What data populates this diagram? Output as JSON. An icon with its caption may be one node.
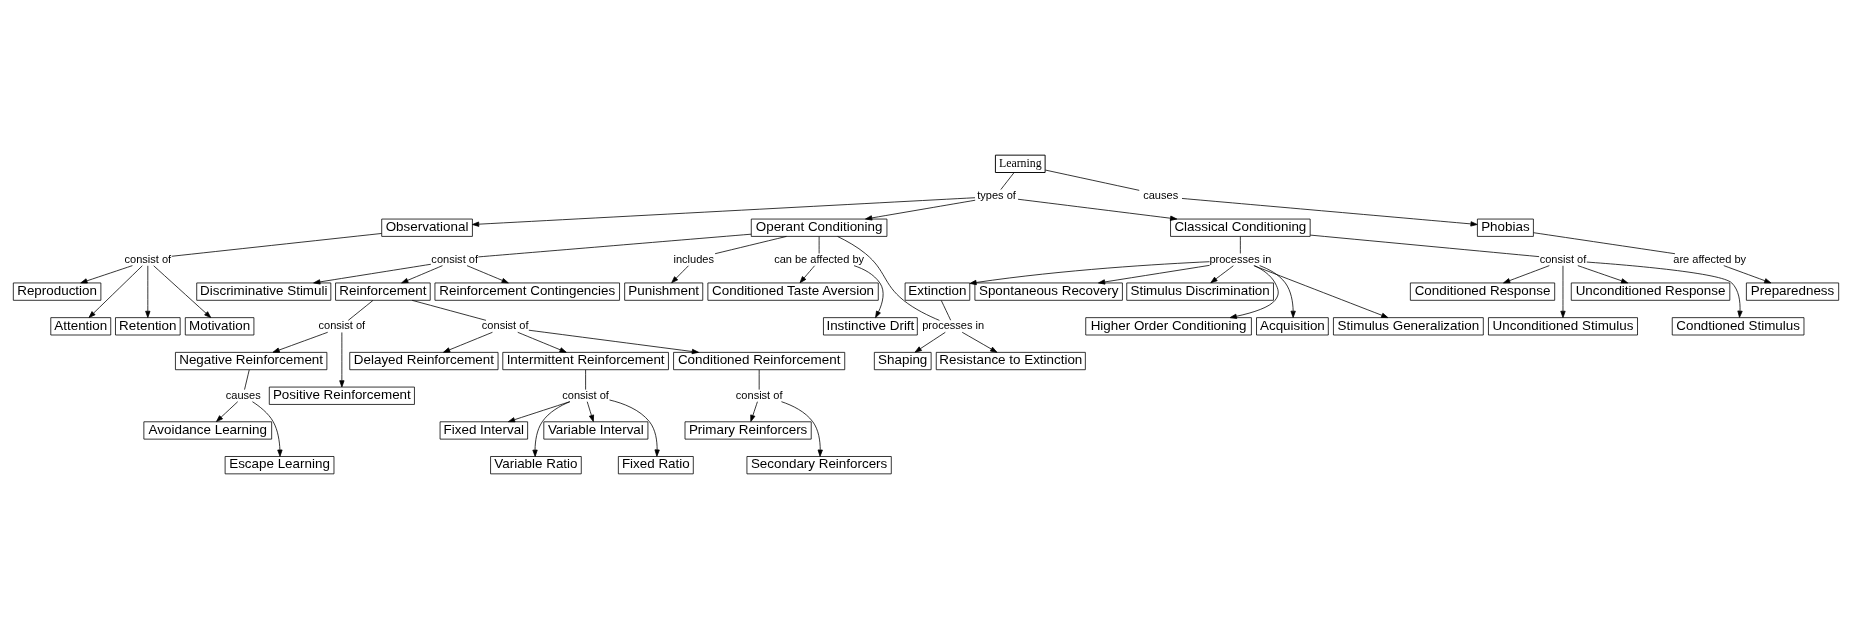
{
  "diagram": {
    "nodes": [
      {
        "text": [
          "Learning"
        ]
      },
      {
        "text": [
          "types of"
        ]
      },
      {
        "text": [
          "causes"
        ]
      },
      {
        "text": [
          "Observational"
        ]
      },
      {
        "text": [
          "Operant Conditioning"
        ]
      },
      {
        "text": [
          "Classical Conditioning"
        ]
      },
      {
        "text": [
          "Phobias"
        ]
      },
      {
        "text": [
          "consist of"
        ]
      },
      {
        "text": [
          "consist of"
        ]
      },
      {
        "text": [
          "includes"
        ]
      },
      {
        "text": [
          "can be affected by"
        ]
      },
      {
        "text": [
          "consist of"
        ]
      },
      {
        "text": [
          "processes in"
        ]
      },
      {
        "text": [
          "are affected by"
        ]
      },
      {
        "text": [
          "Reproduction"
        ]
      },
      {
        "text": [
          "Attention"
        ]
      },
      {
        "text": [
          "Retention"
        ]
      },
      {
        "text": [
          "Motivation"
        ]
      },
      {
        "text": [
          "Punishment"
        ]
      },
      {
        "text": [
          "Discriminative Stimuli"
        ]
      },
      {
        "text": [
          "Reinforcement"
        ]
      },
      {
        "text": [
          "Reinforcement Contingencies"
        ]
      },
      {
        "text": [
          "Conditioned Taste Aversion"
        ]
      },
      {
        "text": [
          "Instinctive Drift"
        ]
      },
      {
        "text": [
          "Spontaneous Recovery"
        ]
      },
      {
        "text": [
          "Stimulus Discrimination"
        ]
      },
      {
        "text": [
          "Extinction"
        ]
      },
      {
        "text": [
          "Conditioned Response"
        ]
      },
      {
        "text": [
          "Higher Order Conditioning"
        ]
      },
      {
        "text": [
          "Acquisition"
        ]
      },
      {
        "text": [
          "Stimulus Generalization"
        ]
      },
      {
        "text": [
          "Unconditioned Stimulus"
        ]
      },
      {
        "text": [
          "Unconditioned Response"
        ]
      },
      {
        "text": [
          "Condtioned Stimulus"
        ]
      },
      {
        "text": [
          "Preparedness"
        ]
      },
      {
        "text": [
          "consist of"
        ]
      },
      {
        "text": [
          "consist of"
        ]
      },
      {
        "text": [
          "processes in"
        ]
      },
      {
        "text": [
          "Negative Reinforcement"
        ]
      },
      {
        "text": [
          "Delayed Reinforcement"
        ]
      },
      {
        "text": [
          "Intermittent Reinforcement"
        ]
      },
      {
        "text": [
          "Conditioned Reinforcement"
        ]
      },
      {
        "text": [
          "Positive Reinforcement"
        ]
      },
      {
        "text": [
          "consist of"
        ]
      },
      {
        "text": [
          "Shaping"
        ]
      },
      {
        "text": [
          "Resistance to Extinction"
        ]
      },
      {
        "text": [
          "causes"
        ]
      },
      {
        "text": [
          "Fixed Interval"
        ]
      },
      {
        "text": [
          "Variable Ratio"
        ]
      },
      {
        "text": [
          "consist of"
        ]
      },
      {
        "text": [
          "Variable Interval"
        ]
      },
      {
        "text": [
          "Fixed Ratio"
        ]
      },
      {
        "text": [
          "Primary Reinforcers"
        ]
      },
      {
        "text": [
          "Secondary Reinforcers"
        ]
      },
      {
        "text": [
          "Avoidance Learning"
        ]
      },
      {
        "text": [
          "Escape Learning"
        ]
      }
    ],
    "edges": [
      {
        "from": 0,
        "to": 1,
        "arrow": "none"
      },
      {
        "from": 1,
        "to": 3,
        "arrow": "to"
      },
      {
        "from": 1,
        "to": 4,
        "arrow": "to"
      },
      {
        "from": 1,
        "to": 5,
        "arrow": "to"
      },
      {
        "from": 0,
        "to": 2,
        "arrow": "none"
      },
      {
        "from": 2,
        "to": 6,
        "arrow": "to"
      },
      {
        "from": 3,
        "to": 7,
        "arrow": "none"
      },
      {
        "from": 7,
        "to": 14,
        "arrow": "to"
      },
      {
        "from": 7,
        "to": 15,
        "arrow": "to"
      },
      {
        "from": 7,
        "to": 16,
        "arrow": "to"
      },
      {
        "from": 7,
        "to": 17,
        "arrow": "to"
      },
      {
        "from": 4,
        "to": 8,
        "arrow": "none"
      },
      {
        "from": 8,
        "to": 19,
        "arrow": "to"
      },
      {
        "from": 8,
        "to": 20,
        "arrow": "to"
      },
      {
        "from": 8,
        "to": 21,
        "arrow": "to"
      },
      {
        "from": 4,
        "to": 9,
        "arrow": "none"
      },
      {
        "from": 9,
        "to": 18,
        "arrow": "to"
      },
      {
        "from": 4,
        "to": 10,
        "arrow": "none"
      },
      {
        "from": 10,
        "to": 22,
        "arrow": "to"
      },
      {
        "from": 10,
        "to": 23,
        "arrow": "to"
      },
      {
        "from": 4,
        "to": 37,
        "arrow": "none"
      },
      {
        "from": 5,
        "to": 11,
        "arrow": "none"
      },
      {
        "from": 11,
        "to": 27,
        "arrow": "to"
      },
      {
        "from": 11,
        "to": 31,
        "arrow": "to"
      },
      {
        "from": 11,
        "to": 32,
        "arrow": "to"
      },
      {
        "from": 11,
        "to": 33,
        "arrow": "to"
      },
      {
        "from": 5,
        "to": 12,
        "arrow": "none"
      },
      {
        "from": 12,
        "to": 28,
        "arrow": "to"
      },
      {
        "from": 12,
        "to": 24,
        "arrow": "to"
      },
      {
        "from": 12,
        "to": 29,
        "arrow": "to"
      },
      {
        "from": 12,
        "to": 30,
        "arrow": "to"
      },
      {
        "from": 12,
        "to": 25,
        "arrow": "to"
      },
      {
        "from": 12,
        "to": 26,
        "arrow": "to"
      },
      {
        "from": 6,
        "to": 13,
        "arrow": "none"
      },
      {
        "from": 13,
        "to": 34,
        "arrow": "to"
      },
      {
        "from": 26,
        "to": 37,
        "arrow": "none"
      },
      {
        "from": 37,
        "to": 44,
        "arrow": "to"
      },
      {
        "from": 37,
        "to": 45,
        "arrow": "to"
      },
      {
        "from": 20,
        "to": 35,
        "arrow": "none"
      },
      {
        "from": 35,
        "to": 38,
        "arrow": "to"
      },
      {
        "from": 35,
        "to": 42,
        "arrow": "to"
      },
      {
        "from": 20,
        "to": 36,
        "arrow": "none"
      },
      {
        "from": 36,
        "to": 39,
        "arrow": "to"
      },
      {
        "from": 36,
        "to": 40,
        "arrow": "to"
      },
      {
        "from": 36,
        "to": 41,
        "arrow": "to"
      },
      {
        "from": 40,
        "to": 43,
        "arrow": "none"
      },
      {
        "from": 43,
        "to": 47,
        "arrow": "to"
      },
      {
        "from": 43,
        "to": 48,
        "arrow": "to"
      },
      {
        "from": 43,
        "to": 50,
        "arrow": "to"
      },
      {
        "from": 43,
        "to": 51,
        "arrow": "to"
      },
      {
        "from": 41,
        "to": 49,
        "arrow": "none"
      },
      {
        "from": 49,
        "to": 52,
        "arrow": "to"
      },
      {
        "from": 49,
        "to": 53,
        "arrow": "to"
      },
      {
        "from": 38,
        "to": 46,
        "arrow": "none"
      },
      {
        "from": 46,
        "to": 54,
        "arrow": "to"
      },
      {
        "from": 46,
        "to": 55,
        "arrow": "to"
      }
    ]
  }
}
